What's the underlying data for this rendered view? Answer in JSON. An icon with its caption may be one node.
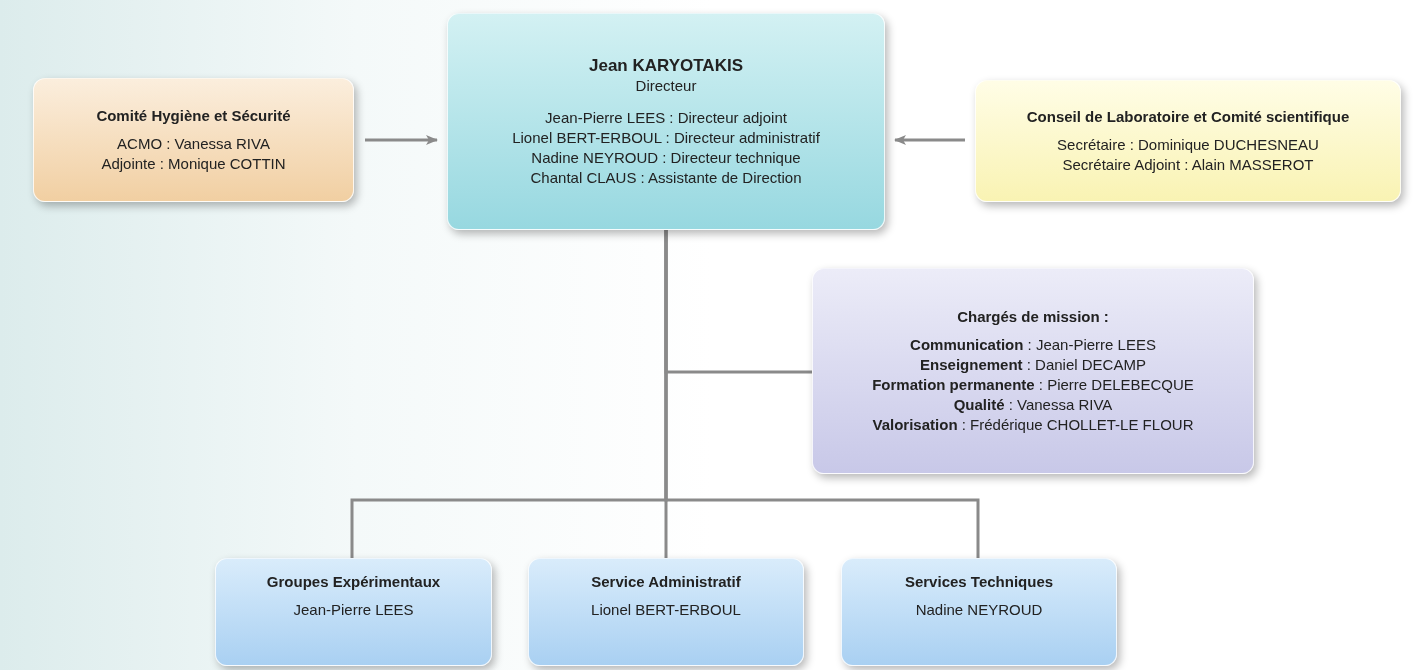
{
  "diagram": {
    "nodes": [
      {
        "text": [
          "Jean KARYOTAKIS",
          "Directeur",
          "Jean-Pierre LEES : Directeur adjoint",
          "Lionel BERT-ERBOUL : Directeur administratif",
          "Nadine NEYROUD : Directeur technique",
          "Chantal CLAUS : Assistante de Direction"
        ]
      },
      {
        "text": [
          "Comité Hygiène et Sécurité",
          "ACMO : Vanessa RIVA",
          "Adjointe : Monique COTTIN"
        ]
      },
      {
        "text": [
          "Conseil de Laboratoire et Comité scientifique",
          "Secrétaire : Dominique DUCHESNEAU",
          "Secrétaire Adjoint : Alain MASSEROT"
        ]
      },
      {
        "text": [
          "Chargés de mission :",
          "**Communication** : Jean-Pierre LEES",
          "**Enseignement** : Daniel DECAMP",
          "**Formation permanente** : Pierre DELEBECQUE",
          "**Qualité** : Vanessa RIVA",
          "**Valorisation** : Frédérique CHOLLET-LE FLOUR"
        ]
      },
      {
        "text": [
          "Groupes Expérimentaux",
          "Jean-Pierre LEES"
        ]
      },
      {
        "text": [
          "Service Administratif",
          "Lionel BERT-ERBOUL"
        ]
      },
      {
        "text": [
          "Services Techniques",
          "Nadine NEYROUD"
        ]
      }
    ],
    "edges": [
      {
        "from": 1,
        "to": 0,
        "arrow": "to"
      },
      {
        "from": 2,
        "to": 0,
        "arrow": "to"
      },
      {
        "from": 0,
        "to": 3,
        "arrow": "none"
      },
      {
        "from": 0,
        "to": 4,
        "arrow": "none"
      },
      {
        "from": 0,
        "to": 5,
        "arrow": "none"
      },
      {
        "from": 0,
        "to": 6,
        "arrow": "none"
      }
    ]
  }
}
